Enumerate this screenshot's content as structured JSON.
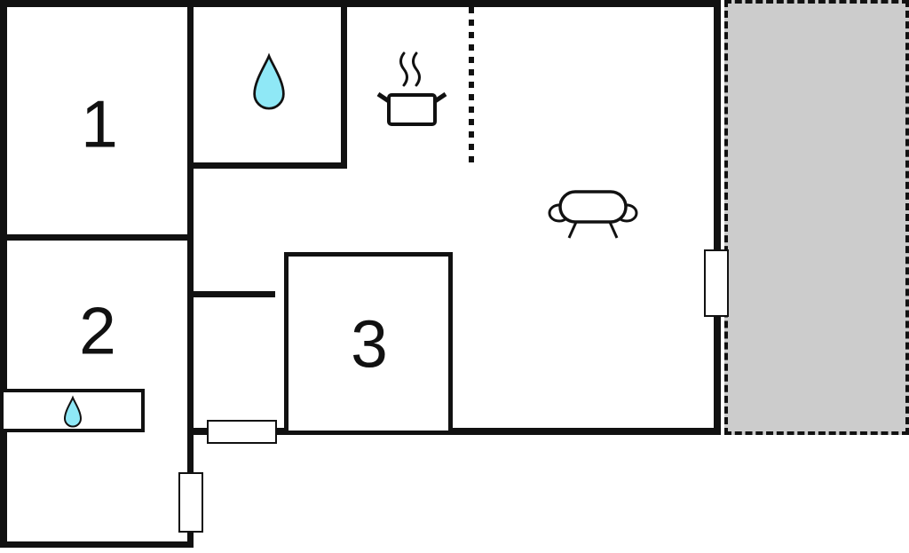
{
  "rooms": {
    "room1": {
      "label": "1"
    },
    "room2": {
      "label": "2"
    },
    "room3": {
      "label": "3"
    }
  },
  "icons": {
    "bathroom": "water-drop-icon",
    "kitchen": "cooking-pot-icon",
    "living_room": "sofa-icon",
    "sink": "water-drop-small-icon",
    "partition": "dotted-partition-line",
    "terrace": "terrace-area"
  },
  "colors": {
    "wall": "#111111",
    "floor": "#ffffff",
    "terrace": "#cccccc",
    "water": "#8fe8f6"
  }
}
